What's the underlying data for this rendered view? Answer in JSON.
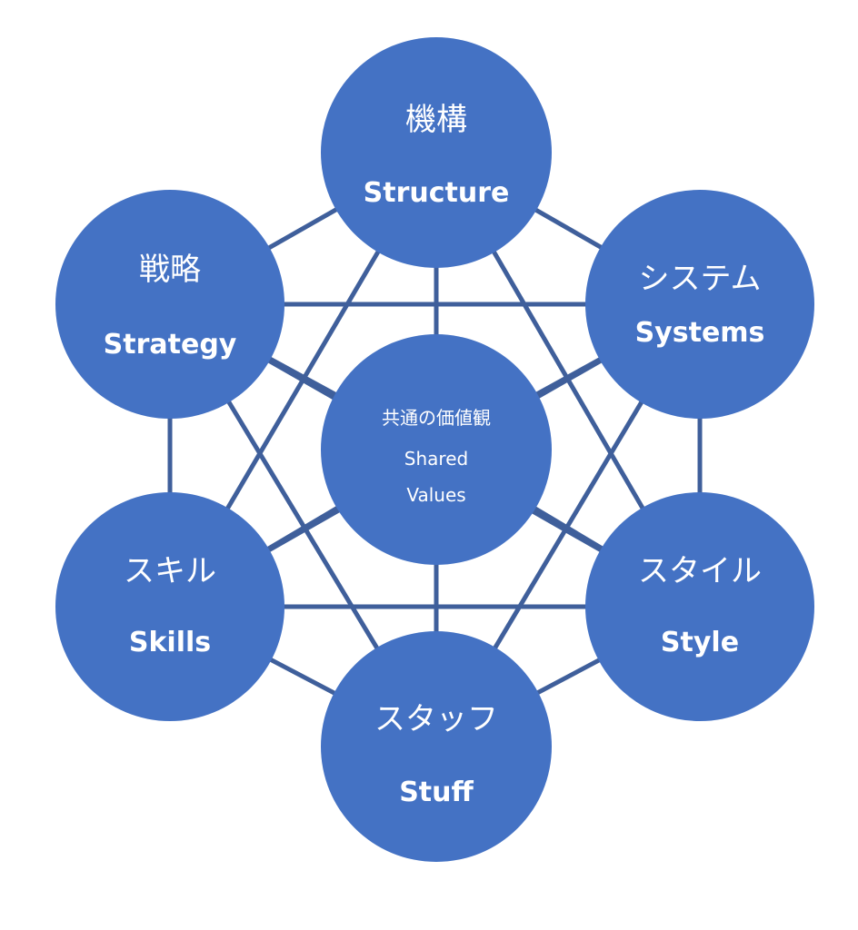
{
  "colors": {
    "node_fill": "#4472C4",
    "link": "#3F5F9B",
    "text": "#FFFFFF",
    "background": "#FFFFFF"
  },
  "nodes": {
    "structure": {
      "jp": "機構",
      "en": "Structure"
    },
    "strategy": {
      "jp": "戦略",
      "en": "Strategy"
    },
    "systems": {
      "jp": "システム",
      "en": "Systems"
    },
    "skills": {
      "jp": "スキル",
      "en": "Skills"
    },
    "style": {
      "jp": "スタイル",
      "en": "Style"
    },
    "stuff": {
      "jp": "スタッフ",
      "en": "Stuff"
    },
    "shared_values": {
      "jp": "共通の価値観",
      "en_line1": "Shared",
      "en_line2": "Values"
    }
  },
  "links": [
    [
      "structure",
      "strategy"
    ],
    [
      "structure",
      "systems"
    ],
    [
      "structure",
      "skills"
    ],
    [
      "structure",
      "style"
    ],
    [
      "structure",
      "stuff"
    ],
    [
      "structure",
      "shared_values"
    ],
    [
      "strategy",
      "systems"
    ],
    [
      "strategy",
      "skills"
    ],
    [
      "strategy",
      "style"
    ],
    [
      "strategy",
      "stuff"
    ],
    [
      "strategy",
      "shared_values"
    ],
    [
      "systems",
      "skills"
    ],
    [
      "systems",
      "style"
    ],
    [
      "systems",
      "stuff"
    ],
    [
      "systems",
      "shared_values"
    ],
    [
      "skills",
      "style"
    ],
    [
      "skills",
      "stuff"
    ],
    [
      "skills",
      "shared_values"
    ],
    [
      "style",
      "stuff"
    ],
    [
      "style",
      "shared_values"
    ],
    [
      "stuff",
      "shared_values"
    ]
  ]
}
